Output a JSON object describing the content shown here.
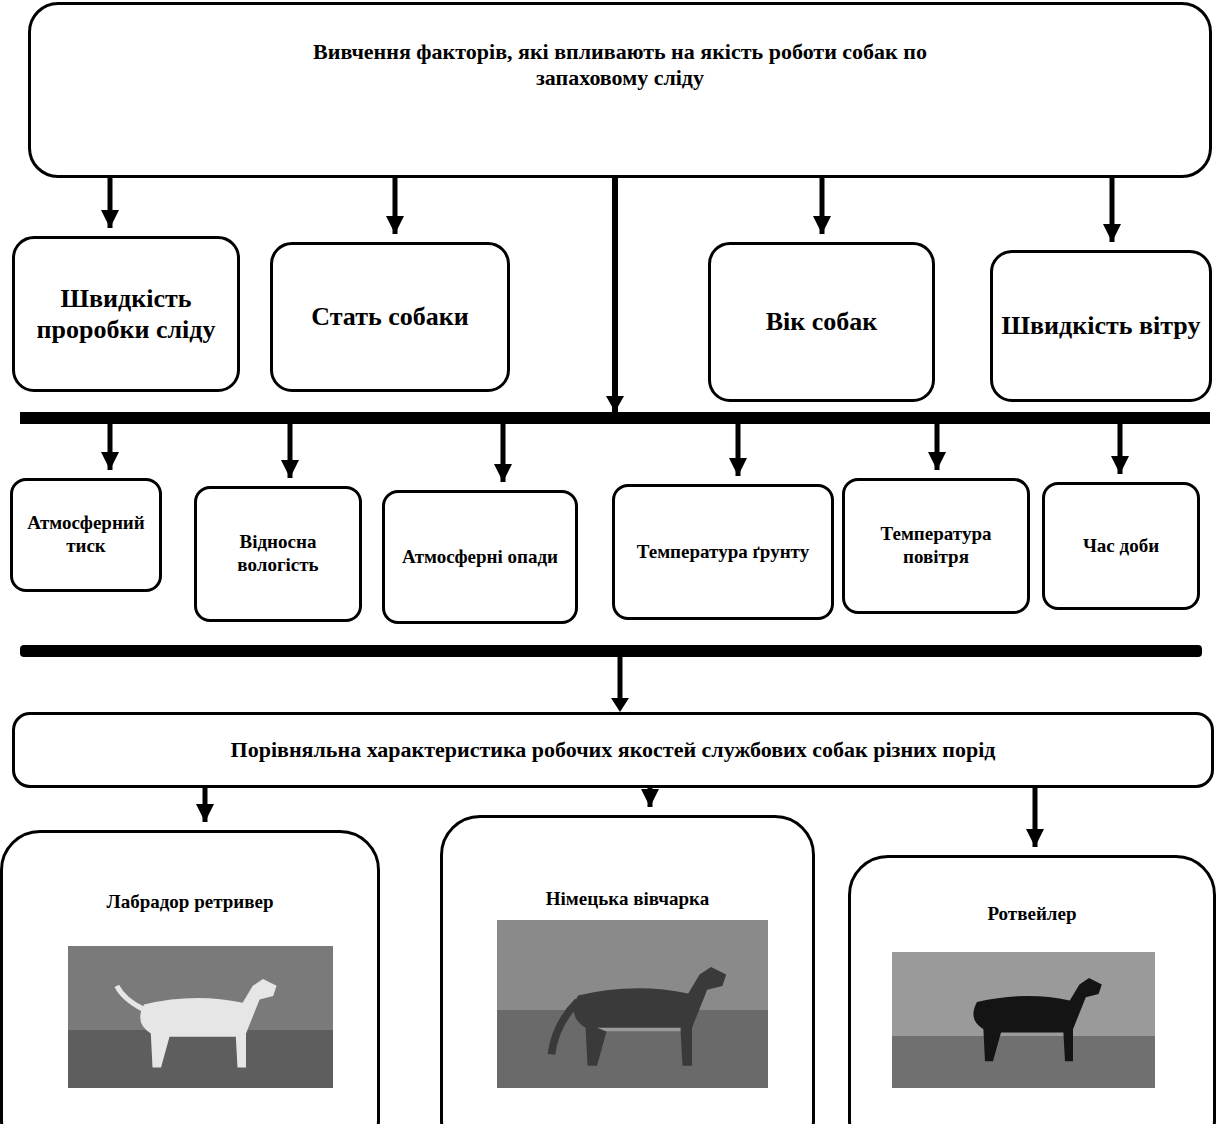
{
  "diagram": {
    "nodes": [
      {
        "text": [
          "Вивчення факторів, які впливають на якість роботи собак по запаховому сліду"
        ]
      },
      {
        "text": [
          "Швидкість проробки сліду"
        ]
      },
      {
        "text": [
          "Стать собаки"
        ]
      },
      {
        "text": [
          "Вік собак"
        ]
      },
      {
        "text": [
          "Швидкість вітру"
        ]
      },
      {
        "text": [
          "Атмосферний тиск"
        ]
      },
      {
        "text": [
          "Відносна вологість"
        ]
      },
      {
        "text": [
          "Атмосферні опади"
        ]
      },
      {
        "text": [
          "Температура ґрунту"
        ]
      },
      {
        "text": [
          "Температура повітря"
        ]
      },
      {
        "text": [
          "Час доби"
        ]
      },
      {
        "text": [
          "Порівняльна характеристика робочих якостей службових собак різних порід"
        ]
      },
      {
        "text": [
          "Лабрадор ретривер"
        ]
      },
      {
        "text": [
          "Німецька вівчарка"
        ]
      },
      {
        "text": [
          "Ротвейлер"
        ]
      }
    ],
    "edges": [
      {
        "from": 0,
        "to": 1,
        "arrow": "to"
      },
      {
        "from": 0,
        "to": 2,
        "arrow": "to"
      },
      {
        "from": 0,
        "to": 3,
        "arrow": "to"
      },
      {
        "from": 0,
        "to": 4,
        "arrow": "to"
      },
      {
        "from": 0,
        "to": 5,
        "arrow": "to"
      },
      {
        "from": 0,
        "to": 6,
        "arrow": "to"
      },
      {
        "from": 0,
        "to": 7,
        "arrow": "to"
      },
      {
        "from": 0,
        "to": 8,
        "arrow": "to"
      },
      {
        "from": 0,
        "to": 9,
        "arrow": "to"
      },
      {
        "from": 0,
        "to": 10,
        "arrow": "to"
      },
      {
        "from": 11,
        "to": 12,
        "arrow": "to"
      },
      {
        "from": 11,
        "to": 13,
        "arrow": "to"
      },
      {
        "from": 11,
        "to": 14,
        "arrow": "to"
      }
    ]
  }
}
